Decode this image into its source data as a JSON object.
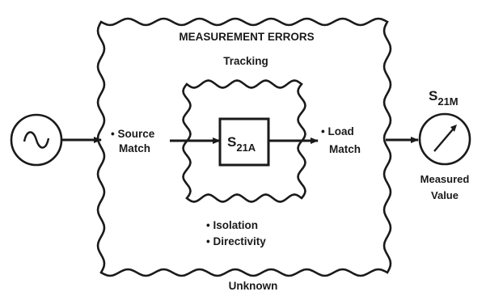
{
  "diagram": {
    "title": "MEASUREMENT ERRORS",
    "tracking": "Tracking",
    "unknown": "Unknown",
    "source_match": [
      "• Source",
      "Match"
    ],
    "load_match": [
      "• Load",
      "Match"
    ],
    "isolation": "• Isolation",
    "directivity": "• Directivity",
    "dut": {
      "main": "S",
      "sub": "21A"
    },
    "meter_symbol": {
      "main": "S",
      "sub": "21M"
    },
    "measured_value": [
      "Measured",
      "Value"
    ],
    "icons": {
      "source": "sine-wave-source-icon",
      "meter": "meter-dial-icon"
    },
    "colors": {
      "ink": "#1a1a1a",
      "background": "#ffffff"
    }
  }
}
